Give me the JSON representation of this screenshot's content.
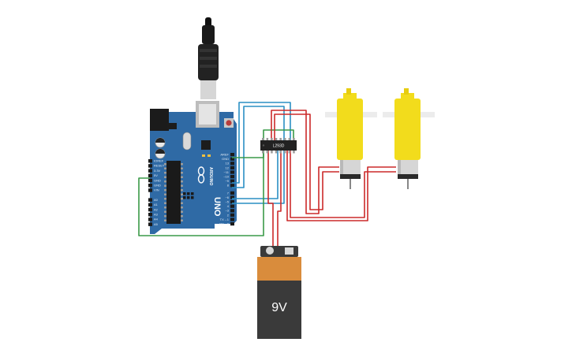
{
  "circuit": {
    "board": {
      "model": "UNO",
      "brand": "ARDUINO",
      "color": "#2f6aa5",
      "power_pins": [
        "IOREF",
        "RESET",
        "3.3V",
        "5V",
        "GND",
        "GND",
        "VIN"
      ],
      "analog_pins": [
        "A0",
        "A1",
        "A2",
        "A3",
        "A4",
        "A5"
      ],
      "digital_pins": [
        "AREF",
        "GND",
        "13",
        "12",
        "~11",
        "~10",
        "~9",
        "8",
        "7",
        "~6",
        "~5",
        "4",
        "~3",
        "2",
        "TX→1",
        "RX←0"
      ],
      "digital_label": "DIGITAL (PWM~)",
      "led_labels": [
        "TX",
        "RX",
        "L"
      ]
    },
    "driver_chip": {
      "label": "L293D",
      "color": "#222222"
    },
    "battery": {
      "label": "9V",
      "top_color": "#d98c3c",
      "body_color": "#3a3a3a"
    },
    "motor_color": "#f2dc1c",
    "wire_colors": {
      "power": "#cc2a2a",
      "signal": "#2a8fc4",
      "enable": "#3a9a48"
    }
  }
}
